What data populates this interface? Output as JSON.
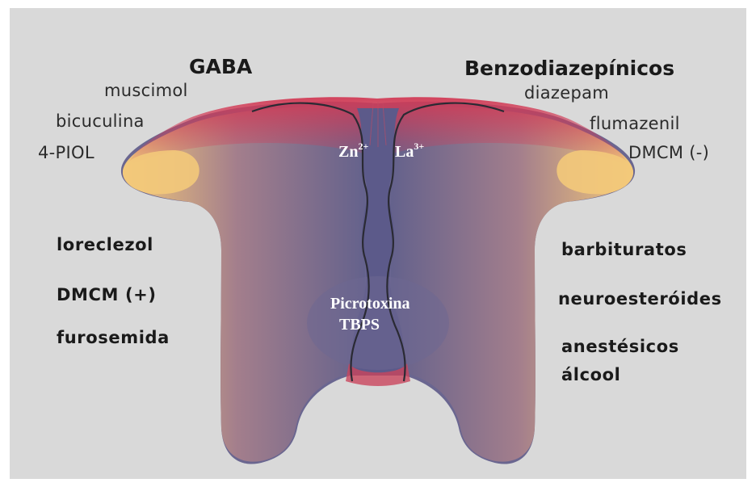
{
  "left_top": {
    "heading": "GABA",
    "items": [
      "muscimol",
      "bicuculina",
      "4-PIOL"
    ]
  },
  "right_top": {
    "heading": "Benzodiazepínicos",
    "items": [
      "diazepam",
      "flumazenil",
      "DMCM (-)"
    ]
  },
  "left_side": [
    "loreclezol",
    "DMCM (+)",
    "furosemida"
  ],
  "right_side": [
    "barbituratos",
    "neuroesteróides",
    "anestésicos",
    "álcool"
  ],
  "ions": [
    {
      "symbol": "Zn",
      "charge": "2+"
    },
    {
      "symbol": "La",
      "charge": "3+"
    }
  ],
  "pore_sites": [
    "Picrotoxina",
    "TBPS"
  ],
  "colors": {
    "panel_background": "#d9d9d9",
    "body_blue": "#5e5f8c",
    "surface_red": "#d23a55",
    "surface_yellow": "#f3c97a"
  }
}
